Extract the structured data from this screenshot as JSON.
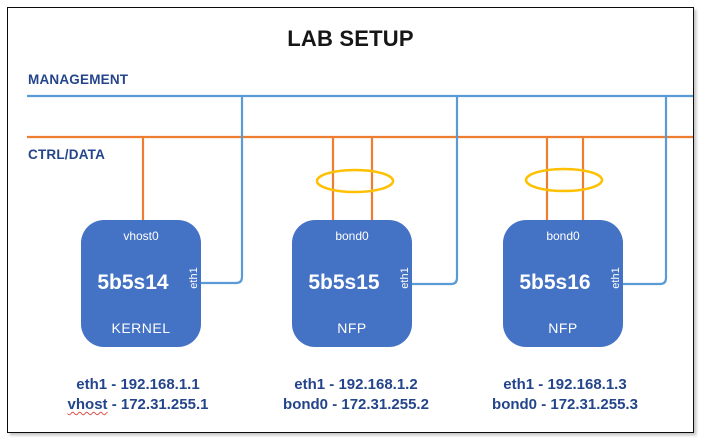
{
  "title": "LAB SETUP",
  "buses": {
    "management": {
      "label": "MANAGEMENT",
      "color": "#5B9BD5"
    },
    "ctrl_data": {
      "label": "CTRL/DATA",
      "color": "#ED7D31"
    }
  },
  "colors": {
    "server_box": "#4472C4",
    "management_line": "#5B9BD5",
    "ctrl_data_line": "#ED7D31",
    "bond_ellipse": "#FFC000",
    "label_text": "#24458B",
    "title_text": "#161616"
  },
  "servers": [
    {
      "hostname": "5b5s14",
      "top_port": "vhost0",
      "side_port": "eth1",
      "datapath": "KERNEL",
      "bonded": false,
      "addresses": [
        {
          "word": "eth1",
          "rest": " - 192.168.1.1",
          "squiggle": false
        },
        {
          "word": "vhost",
          "rest": " - 172.31.255.1",
          "squiggle": true
        }
      ]
    },
    {
      "hostname": "5b5s15",
      "top_port": "bond0",
      "side_port": "eth1",
      "datapath": "NFP",
      "bonded": true,
      "addresses": [
        {
          "word": "eth1",
          "rest": " - 192.168.1.2",
          "squiggle": false
        },
        {
          "word": "bond0",
          "rest": " - 172.31.255.2",
          "squiggle": false
        }
      ]
    },
    {
      "hostname": "5b5s16",
      "top_port": "bond0",
      "side_port": "eth1",
      "datapath": "NFP",
      "bonded": true,
      "addresses": [
        {
          "word": "eth1",
          "rest": " - 192.168.1.3",
          "squiggle": false
        },
        {
          "word": "bond0",
          "rest": " - 172.31.255.3",
          "squiggle": false
        }
      ]
    }
  ]
}
